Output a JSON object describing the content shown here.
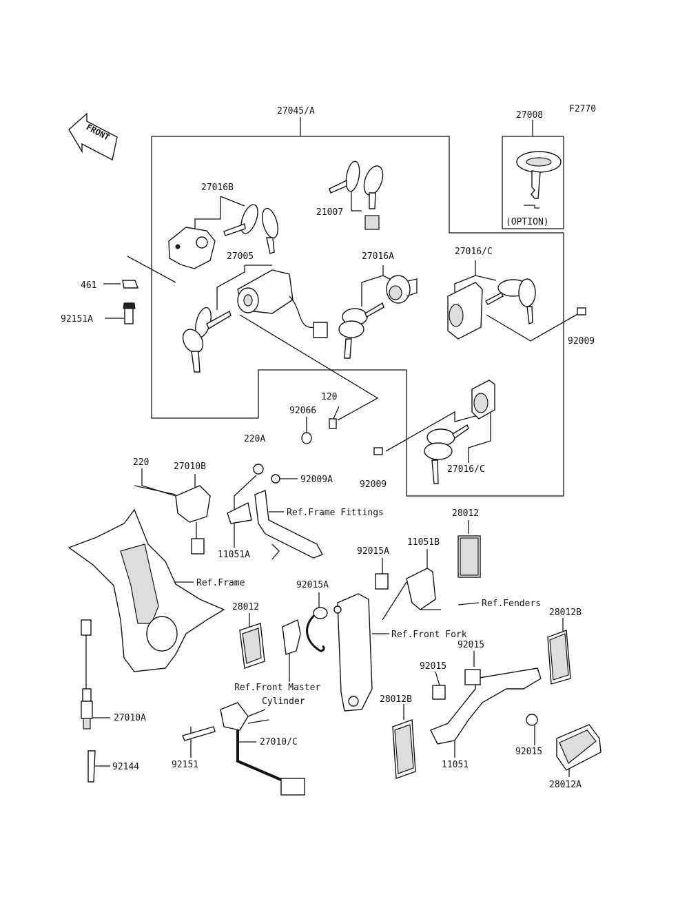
{
  "figure_code": "F2770",
  "front_label": "FRONT",
  "option_label": "(OPTION)",
  "labels": {
    "p27045A": "27045/A",
    "p27008": "27008",
    "p27016B": "27016B",
    "p21007": "21007",
    "p27005": "27005",
    "p27016A": "27016A",
    "p27016C_top": "27016/C",
    "p27016C_bot": "27016/C",
    "p461": "461",
    "p92151A": "92151A",
    "p92009_right": "92009",
    "p92009_left": "92009",
    "p120": "120",
    "p92066": "92066",
    "p220A": "220A",
    "p220": "220",
    "p27010B": "27010B",
    "p92009A": "92009A",
    "p11051A": "11051A",
    "p28012_top": "28012",
    "p11051B": "11051B",
    "p92015A_1": "92015A",
    "p92015A_2": "92015A",
    "p28012_left": "28012",
    "p28012B_right": "28012B",
    "p92015_1": "92015",
    "p92015_2": "92015",
    "p92015_3": "92015",
    "p28012B_bottom": "28012B",
    "p27010A": "27010A",
    "p92144": "92144",
    "p92151": "92151",
    "p27010C": "27010/C",
    "p11051": "11051",
    "p28012A": "28012A"
  },
  "refs": {
    "frame_fittings": "Ref.Frame Fittings",
    "frame": "Ref.Frame",
    "fenders": "Ref.Fenders",
    "front_fork": "Ref.Front Fork",
    "front_master_1": "Ref.Front Master",
    "front_master_2": "Cylinder"
  }
}
